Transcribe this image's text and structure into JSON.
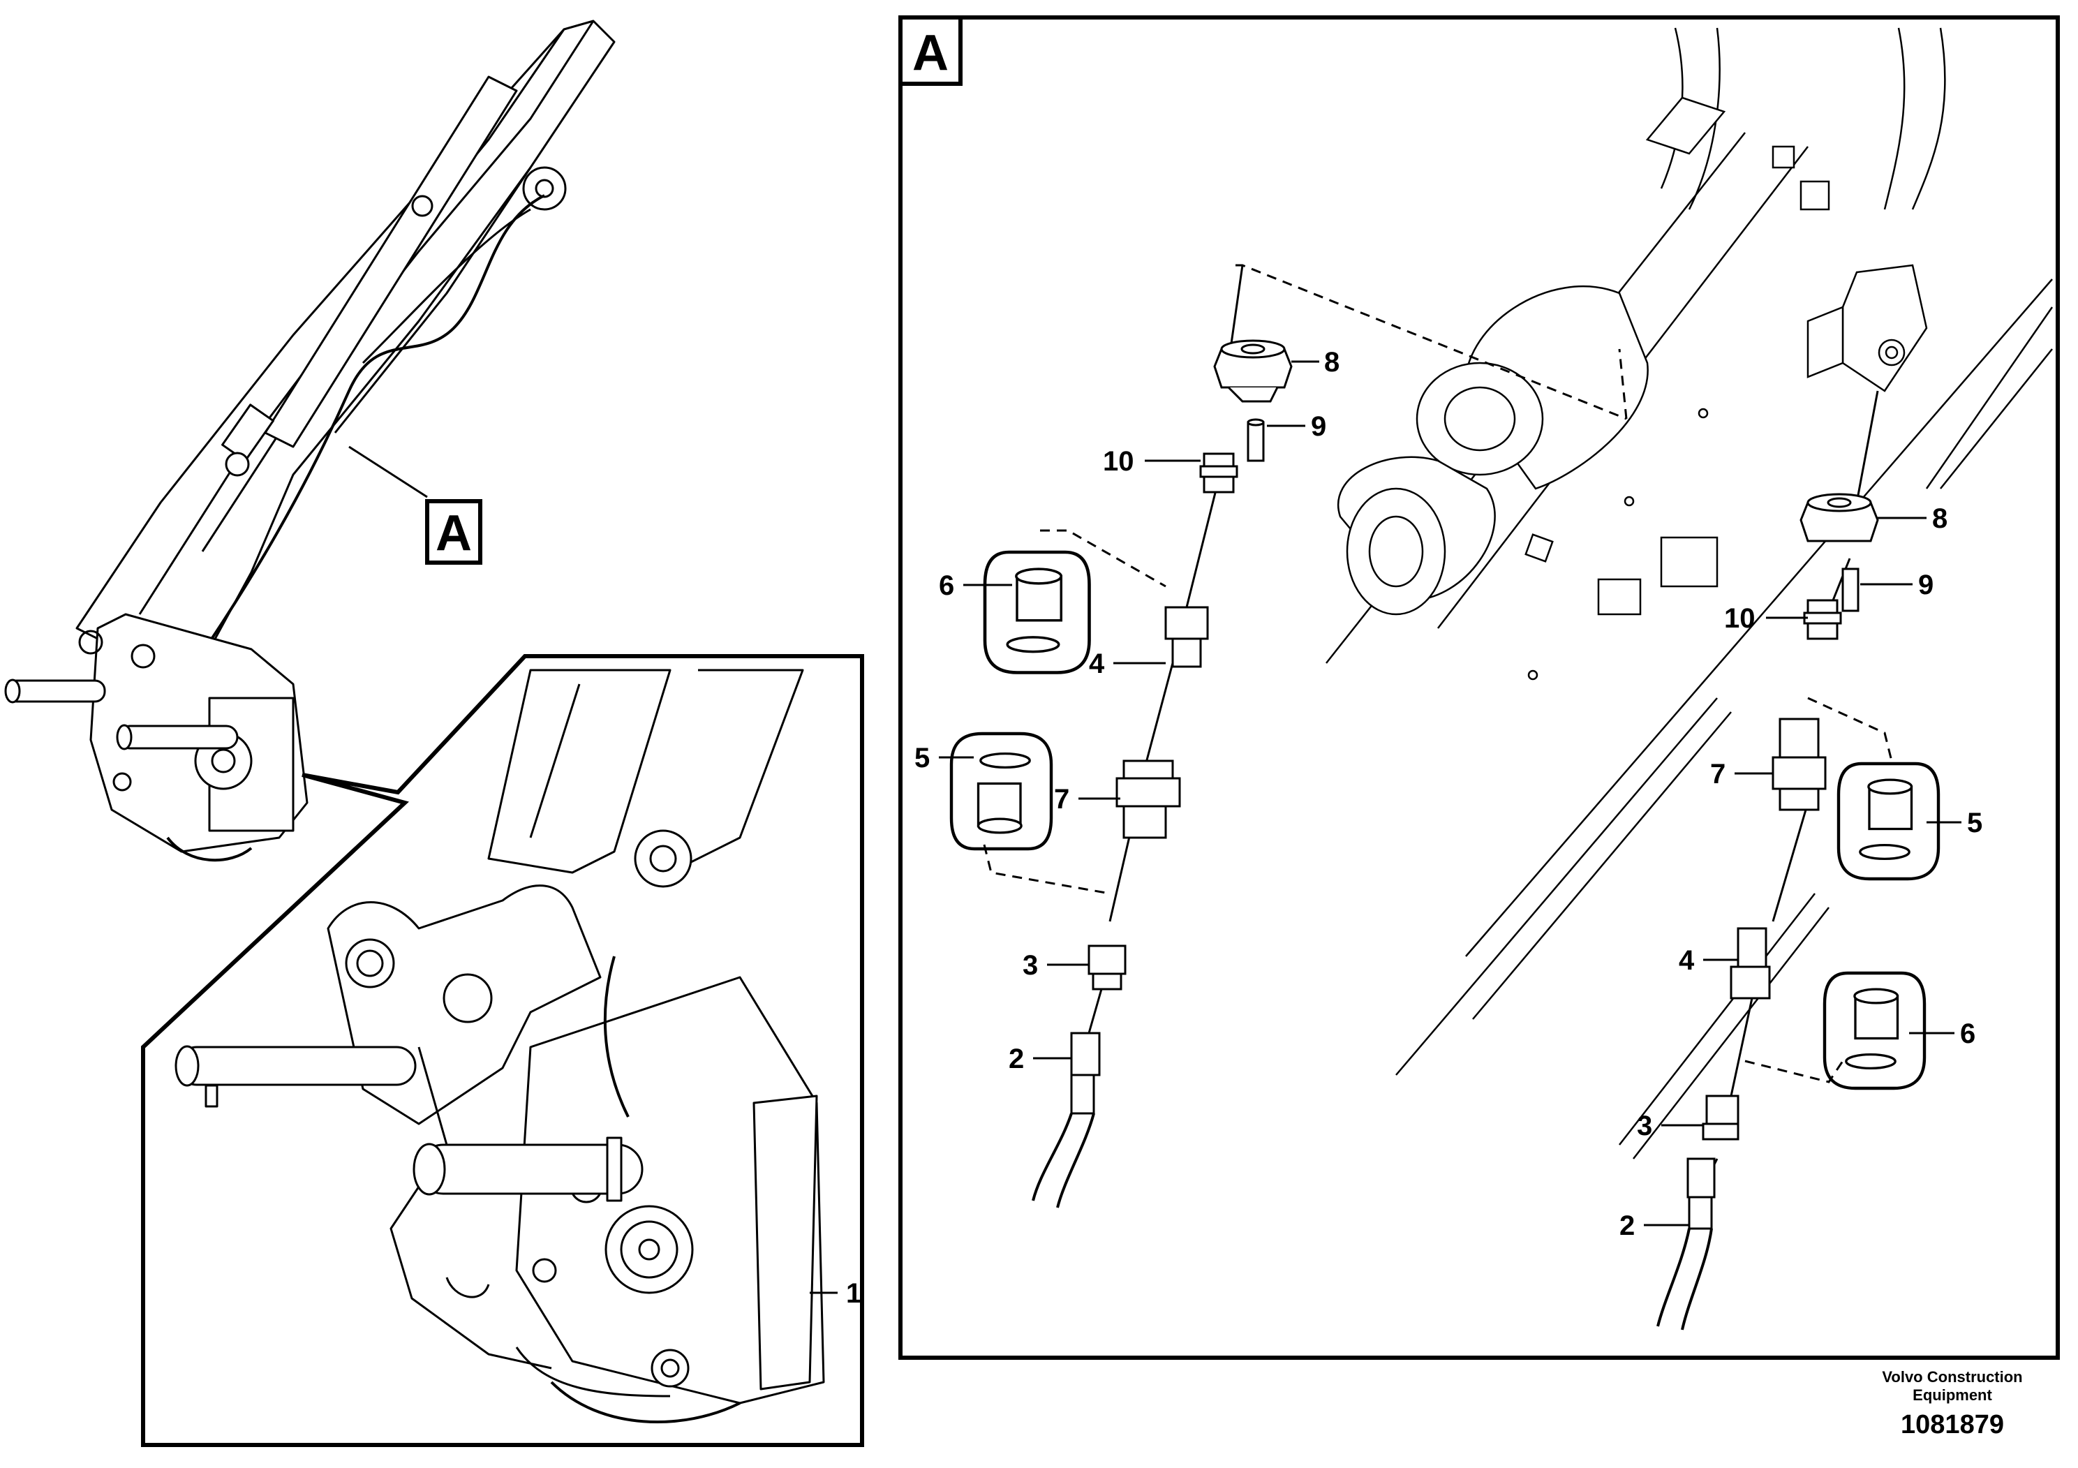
{
  "detail_label": "A",
  "callouts": {
    "p1": "1",
    "p2": "2",
    "p3": "3",
    "p4": "4",
    "p5": "5",
    "p6": "6",
    "p7": "7",
    "p8": "8",
    "p9": "9",
    "p10": "10"
  },
  "footer": {
    "manufacturer": "Volvo Construction Equipment",
    "document_number": "1081879"
  }
}
